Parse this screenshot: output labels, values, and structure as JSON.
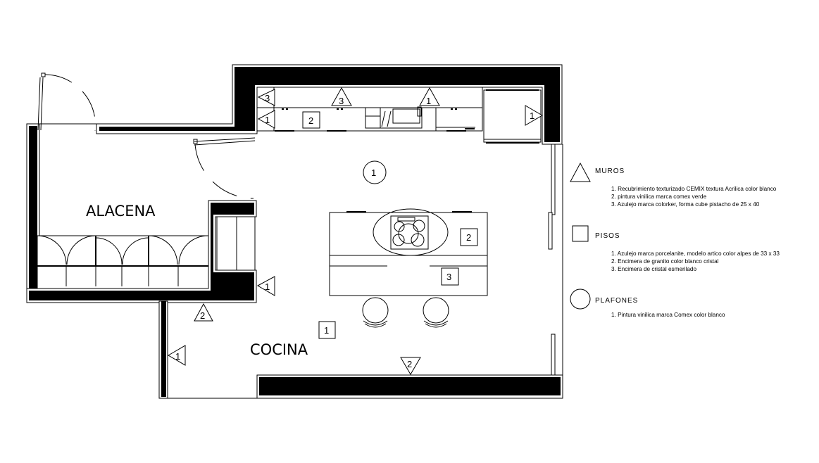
{
  "drawing": {
    "type": "kitchen floor plan (finishes)",
    "rooms": [
      {
        "name": "ALACENA",
        "label": "ALACENA"
      },
      {
        "name": "COCINA",
        "label": "COCINA"
      }
    ],
    "tags": [
      {
        "kind": "muro",
        "shape": "triangle",
        "number": "3",
        "location": "upper cabinet left end"
      },
      {
        "kind": "muro",
        "shape": "triangle",
        "number": "3",
        "location": "upper cabinet backsplash"
      },
      {
        "kind": "muro",
        "shape": "triangle",
        "number": "1",
        "location": "upper cabinet right"
      },
      {
        "kind": "muro",
        "shape": "triangle",
        "number": "1",
        "location": "lower cabinet left end"
      },
      {
        "kind": "muro",
        "shape": "triangle",
        "number": "1",
        "location": "refrigerator side"
      },
      {
        "kind": "muro",
        "shape": "triangle",
        "number": "1",
        "location": "alacena exterior wall"
      },
      {
        "kind": "muro",
        "shape": "triangle",
        "number": "2",
        "location": "cocina north wall"
      },
      {
        "kind": "muro",
        "shape": "triangle",
        "number": "1",
        "location": "cocina west wall"
      },
      {
        "kind": "muro",
        "shape": "triangle",
        "number": "2",
        "location": "cocina south wall"
      },
      {
        "kind": "piso",
        "shape": "square",
        "number": "2",
        "location": "counter"
      },
      {
        "kind": "piso",
        "shape": "square",
        "number": "2",
        "location": "island countertop"
      },
      {
        "kind": "piso",
        "shape": "square",
        "number": "3",
        "location": "island bar"
      },
      {
        "kind": "piso",
        "shape": "square",
        "number": "1",
        "location": "cocina floor"
      },
      {
        "kind": "plafon",
        "shape": "circle",
        "number": "1",
        "location": "cocina ceiling"
      }
    ]
  },
  "labels": {
    "alacena": "ALACENA",
    "cocina": "COCINA",
    "t_upper_left": "3",
    "t_backsplash": "3",
    "t_upper_right": "1",
    "t_lower_left": "1",
    "t_fridge": "1",
    "t_alacena_ext": "1",
    "t_north_wall": "2",
    "t_west_wall": "1",
    "t_south_wall": "2",
    "s_counter": "2",
    "s_island": "2",
    "s_bar": "3",
    "s_floor": "1",
    "c_ceiling": "1"
  },
  "legend": {
    "muros": {
      "title": "MUROS",
      "symbol": "triangle",
      "items": [
        "1. Recubrimiento texturizado CEMIX textura Acrilica color blanco",
        "2. pintura vinilica marca comex verde",
        "3. Azulejo marca colorker, forma cube pistacho de 25 x 40"
      ]
    },
    "pisos": {
      "title": "PISOS",
      "symbol": "square",
      "items": [
        "1. Azulejo marca porcelanite, modelo artico color alpes de 33 x 33",
        "2. Encimera de granito color blanco cristal",
        "3. Encimera de cristal esmerilado"
      ]
    },
    "plafones": {
      "title": "PLAFONES",
      "symbol": "circle",
      "items": [
        "1. Pintura vinilica marca Comex color blanco"
      ]
    }
  }
}
